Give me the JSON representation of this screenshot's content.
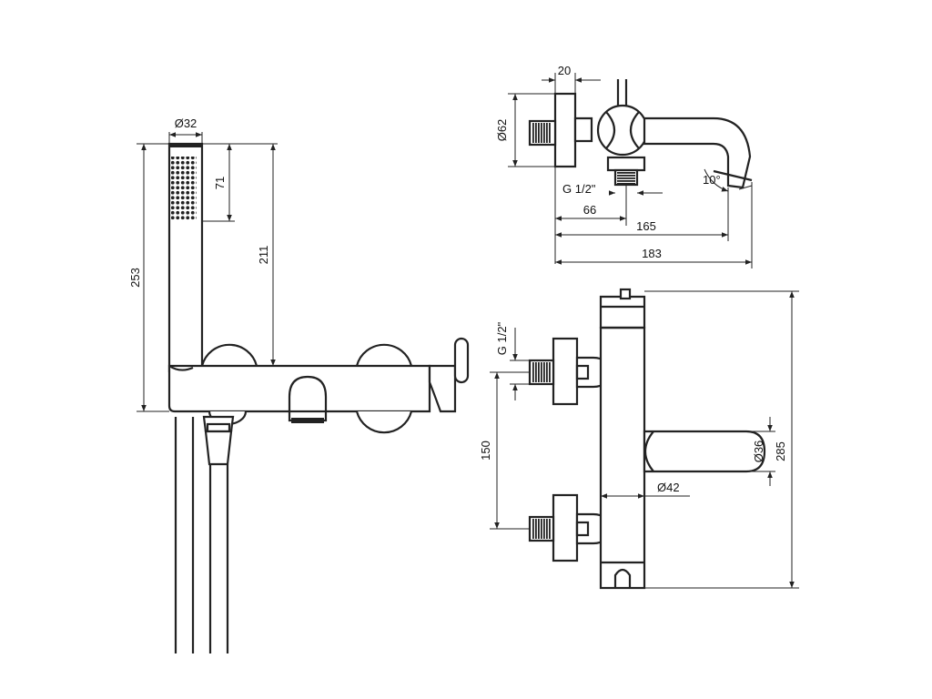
{
  "dimensions": {
    "handset_diameter": "Ø32",
    "handset_height": "253",
    "head_length": "71",
    "grip_height": "211",
    "wall_plate_depth": "20",
    "wall_plate_diameter": "Ø62",
    "inlet_thread_side": "G 1/2\"",
    "outlet_offset": "66",
    "spout_reach": "165",
    "overall_depth": "183",
    "spout_angle": "10°",
    "inlet_thread_front": "G 1/2\"",
    "inlet_spacing": "150",
    "spout_diameter": "Ø36",
    "overall_height": "285",
    "body_diameter": "Ø42"
  }
}
